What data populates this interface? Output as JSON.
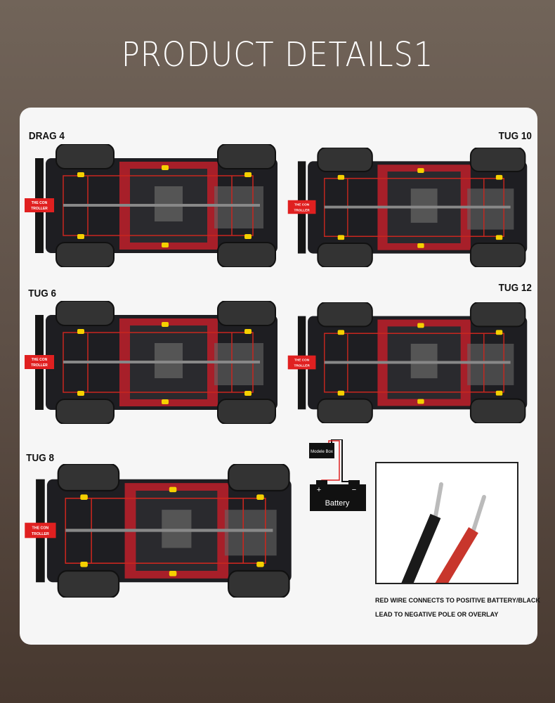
{
  "title": "PRODUCT DETAILS1",
  "models": [
    {
      "name": "DRAG 4",
      "controller_label": "THE CON TROLLER"
    },
    {
      "name": "TUG 10",
      "controller_label": "THE CON TROLLER"
    },
    {
      "name": "TUG 6",
      "controller_label": "THE CON TROLLER"
    },
    {
      "name": "TUG 12",
      "controller_label": "THE CON TROLLER"
    },
    {
      "name": "TUG 8",
      "controller_label": "THE CON TROLLER"
    }
  ],
  "wiring": {
    "module_box": "Modele Box",
    "battery": "Battery",
    "plus": "+",
    "minus": "−"
  },
  "caption": {
    "line1": "RED WIRE CONNECTS TO POSITIVE BATTERY/BLACK",
    "line2": "LEAD TO NEGATIVE POLE OR OVERLAY"
  },
  "colors": {
    "wire_red": "#c8271f",
    "body_red": "#c0202a",
    "chassis": "#1e1e22",
    "led": "#f5d000"
  }
}
